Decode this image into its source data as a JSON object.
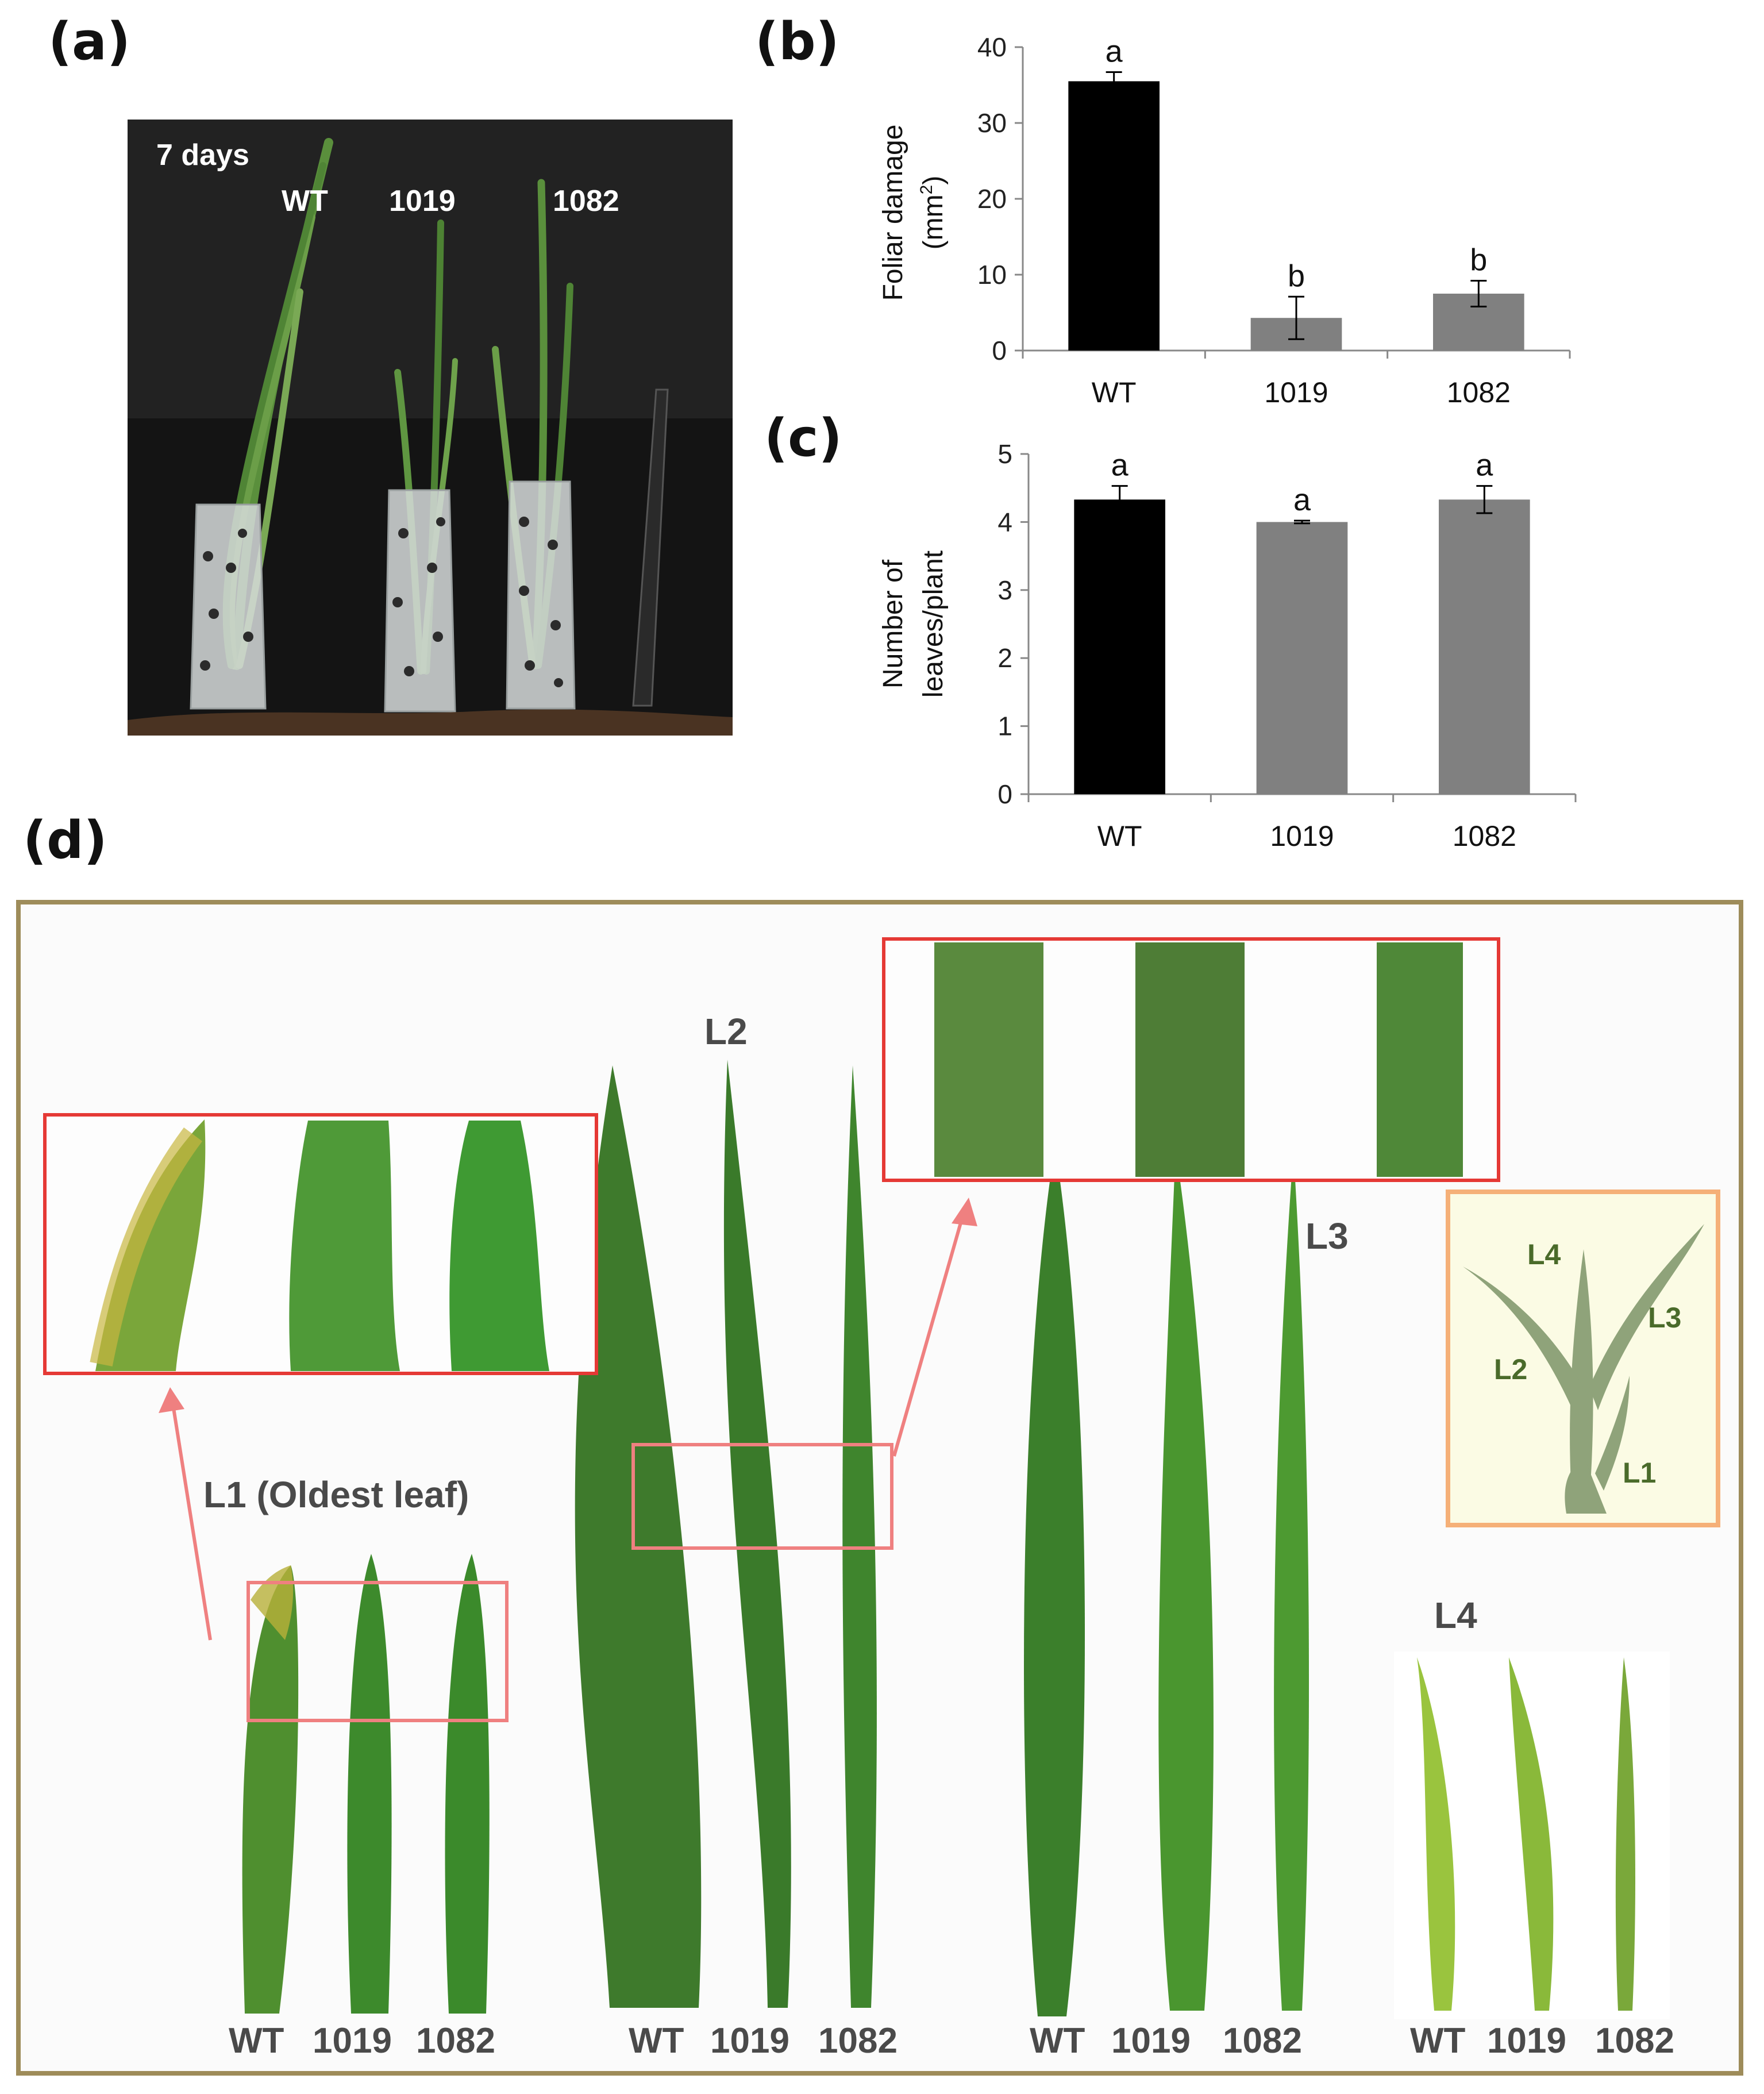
{
  "panels": {
    "a": "(a)",
    "b": "(b)",
    "c": "(c)",
    "d": "(d)"
  },
  "photo": {
    "duration": "7 days",
    "lines": [
      "WT",
      "1019",
      "1082"
    ]
  },
  "colors": {
    "wt_bar": "#000000",
    "mutant_bar": "#808080",
    "frame": "#9e8c5a",
    "zoom_box": "#e53935",
    "arrow": "#ef8080",
    "inset_border": "#f5b078",
    "inset_fill": "#fbfbe4"
  },
  "chart_data": [
    {
      "type": "bar",
      "panel": "b",
      "categories": [
        "WT",
        "1019",
        "1082"
      ],
      "values": [
        35.5,
        4.3,
        7.5
      ],
      "errors": [
        1.2,
        2.8,
        1.7
      ],
      "significance": [
        "a",
        "b",
        "b"
      ],
      "ylabel": "Foliar damage",
      "ylabel_unit": "(mm",
      "ylabel_unit_sup": "2",
      "ylabel_unit_close": ")",
      "ylim": [
        0,
        40
      ],
      "yticks": [
        "0",
        "10",
        "20",
        "30",
        "40"
      ],
      "ytick_values": [
        0,
        10,
        20,
        30,
        40
      ],
      "grid": false
    },
    {
      "type": "bar",
      "panel": "c",
      "categories": [
        "WT",
        "1019",
        "1082"
      ],
      "values": [
        4.33,
        4.0,
        4.33
      ],
      "errors": [
        0.2,
        0.02,
        0.2
      ],
      "significance": [
        "a",
        "a",
        "a"
      ],
      "ylabel_line1": "Number of",
      "ylabel_line2": "leaves/plant",
      "ylim": [
        0,
        5
      ],
      "yticks": [
        "0",
        "1",
        "2",
        "3",
        "4",
        "5"
      ],
      "ytick_values": [
        0,
        1,
        2,
        3,
        4,
        5
      ],
      "grid": false
    }
  ],
  "leaf_panel": {
    "leaf_labels": {
      "l1": "L1 (Oldest leaf)",
      "l2": "L2",
      "l3": "L3",
      "l4": "L4"
    },
    "set_labels": {
      "l1": [
        "WT",
        "1019",
        "1082"
      ],
      "l2": [
        "WT",
        "1019",
        "1082"
      ],
      "l3": [
        "WT",
        "1019",
        "1082"
      ],
      "l4": [
        "WT",
        "1019",
        "1082"
      ]
    },
    "inset_labels": [
      "L4",
      "L3",
      "L2",
      "L1"
    ]
  }
}
